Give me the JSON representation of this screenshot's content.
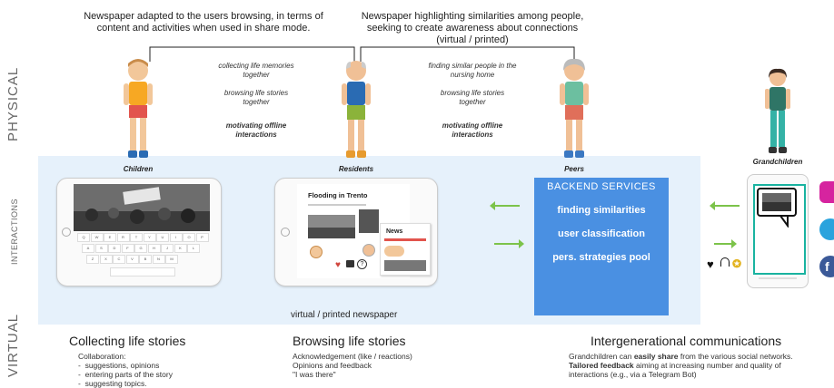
{
  "side_labels": {
    "physical": "PHYSICAL",
    "interactions": "INTERACTIONS",
    "virtual": "VIRTUAL"
  },
  "top_notes": {
    "left": "Newspaper adapted to the users browsing, in terms of content and activities when used in share mode.",
    "right": "Newspaper highlighting similarities among people, seeking to create awareness about connections (virtual / printed)"
  },
  "middle_left": {
    "line1": "collecting life memories together",
    "line2": "browsing life stories together",
    "line3": "motivating offline interactions"
  },
  "middle_right": {
    "line1": "finding similar people in the nursing home",
    "line2": "browsing life stories together",
    "line3": "motivating offline interactions"
  },
  "characters": {
    "children": "Children",
    "residents": "Residents",
    "peers": "Peers",
    "grandchildren": "Grandchildren"
  },
  "newspaper": {
    "headline": "Flooding in Trento",
    "mini_title": "News",
    "caption": "virtual / printed newspaper"
  },
  "backend": {
    "title": "BACKEND SERVICES",
    "items": [
      "finding similarities",
      "user classification",
      "pers. strategies pool"
    ]
  },
  "keyboard_rows": [
    [
      "Q",
      "W",
      "E",
      "R",
      "T",
      "Y",
      "U",
      "I",
      "O",
      "P"
    ],
    [
      "A",
      "S",
      "D",
      "F",
      "G",
      "H",
      "J",
      "K",
      "L"
    ],
    [
      "Z",
      "X",
      "C",
      "V",
      "B",
      "N",
      "M"
    ]
  ],
  "sections": {
    "collecting": {
      "title": "Collecting life stories",
      "lead": "Collaboration:",
      "bullets": [
        "suggestions, opinions",
        "entering parts of the story",
        "suggesting topics."
      ]
    },
    "browsing": {
      "title": "Browsing life stories",
      "lines": [
        "Acknowledgement (like / reactions)",
        "Opinions and feedback",
        "\"I was there\""
      ]
    },
    "intergen": {
      "title": "Intergenerational communications",
      "p1_pre": "Grandchildren can ",
      "p1_bold": "easily share",
      "p1_post": " from the various social networks.",
      "p2_bold": "Tailored feedback",
      "p2_post": " aiming at increasing number and quality of interactions (e.g., via a Telegram Bot)"
    }
  },
  "colors": {
    "panel": "#e6f1fb",
    "backend": "#4a90e2",
    "arrow": "#7cc34a",
    "instagram": "#d6249f",
    "telegram": "#2aa3dd",
    "facebook": "#3b5998",
    "phone_frame": "#19b3a0"
  }
}
